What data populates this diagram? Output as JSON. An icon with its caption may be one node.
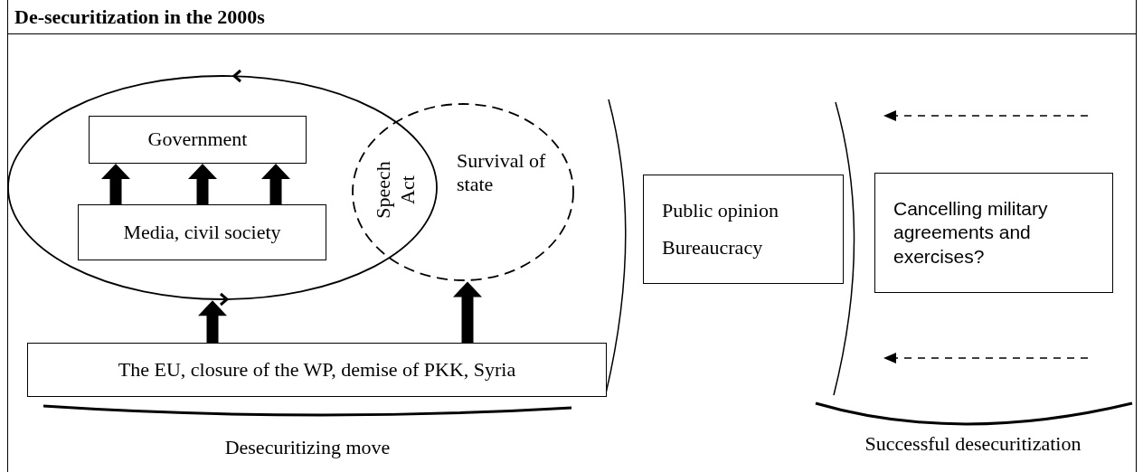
{
  "diagram": {
    "title": "De-securitization in the 2000s",
    "nodes": [
      {
        "text": [],
        "shape": "circle"
      },
      {
        "text": [
          "Government"
        ],
        "in": 0
      },
      {
        "text": [
          "Media, civil society"
        ],
        "in": 0
      },
      {
        "text": [
          "Survival of state"
        ]
      },
      {
        "text": [
          "The EU, closure of the WP, demise of PKK, Syria"
        ]
      },
      {
        "text": [
          "Public opinion",
          "Bureaucracy"
        ]
      },
      {
        "text": [
          "Cancelling military agreements and exercises?"
        ]
      }
    ],
    "edges": [
      {
        "from": 2,
        "to": 1,
        "arrow": "to",
        "style": "thick"
      },
      {
        "from": 2,
        "to": 1,
        "arrow": "to",
        "style": "thick"
      },
      {
        "from": 2,
        "to": 1,
        "arrow": "to",
        "style": "thick"
      },
      {
        "from": 4,
        "to": 0,
        "arrow": "to",
        "style": "thick"
      },
      {
        "from": 4,
        "to": 3,
        "arrow": "to",
        "style": "thick"
      }
    ],
    "labels": [
      "Speech Act",
      "Desecuritizing move",
      "Successful desecuritization"
    ]
  }
}
